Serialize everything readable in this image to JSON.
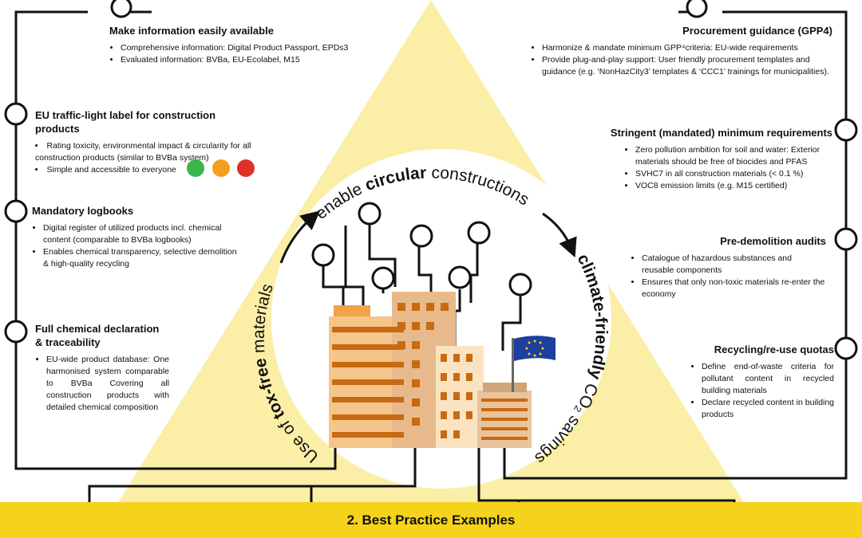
{
  "blocks": {
    "info": {
      "title": "Make information easily available",
      "items": [
        "Comprehensive information: Digital Product Passport, EPDs3",
        "Evaluated information: BVBa, EU-Ecolabel, M15"
      ]
    },
    "label": {
      "title": "EU traffic-light label for construction products",
      "items": [
        "Rating toxicity, environmental impact & circularity for all construction products (similar to BVBa system)",
        "Simple and accessible to everyone"
      ]
    },
    "logbooks": {
      "title": "Mandatory logbooks",
      "items": [
        "Digital register of utilized products incl. chemical content (comparable to BVBa logbooks)",
        "Enables chemical transparency, selective demolition & high-quality recycling"
      ]
    },
    "declaration": {
      "title": "Full chemical declaration & traceability",
      "items": [
        "EU-wide product database: One harmonised system comparable to BVBa Covering all construction products with detailed chemical composition"
      ]
    },
    "procurement": {
      "title": "Procurement guidance (GPP4)",
      "items": [
        "Harmonize & mandate minimum GPP⁴criteria: EU-wide requirements",
        "Provide plug-and-play support: User friendly procurement templates and guidance (e.g. ‘NonHazCity3’ templates & ‘CCC1’ trainings for municipalities)."
      ]
    },
    "requirements": {
      "title": "Stringent (mandated) minimum requirements",
      "items": [
        "Zero pollution ambition for soil and water: Exterior materials should be free of biocides and PFAS",
        "SVHC7 in all construction materials (< 0.1 %)",
        "VOC8 emission limits (e.g. M15 certified)"
      ]
    },
    "audits": {
      "title": "Pre-demolition audits",
      "items": [
        "Catalogue of hazardous substances and reusable components",
        "Ensures that only non-toxic materials re-enter the economy"
      ]
    },
    "quotas": {
      "title": "Recycling/re-use quotas",
      "items": [
        "Define end-of-waste criteria for pollutant content in recycled building materials",
        "Declare recycled content in building products"
      ]
    }
  },
  "arc_text": {
    "left_pre": "Use of ",
    "left_bold": "tox-free",
    "left_post": " materials",
    "top_pre": "enable ",
    "top_bold": "circular",
    "top_post": " constructions",
    "right_bold": "climate-friendly",
    "right_post": " CO₂ savings"
  },
  "footer": {
    "label": "2. Best Practice Examples"
  },
  "colors": {
    "triangle": "#fbeea6",
    "footer": "#f5d21c",
    "building_light": "#f5c58a",
    "building_orange": "#f2a24a",
    "window": "#c86a12",
    "flag": "#1d3f9e",
    "face_green": "#3cb64b",
    "face_orange": "#f4a01c",
    "face_red": "#e0302a"
  }
}
